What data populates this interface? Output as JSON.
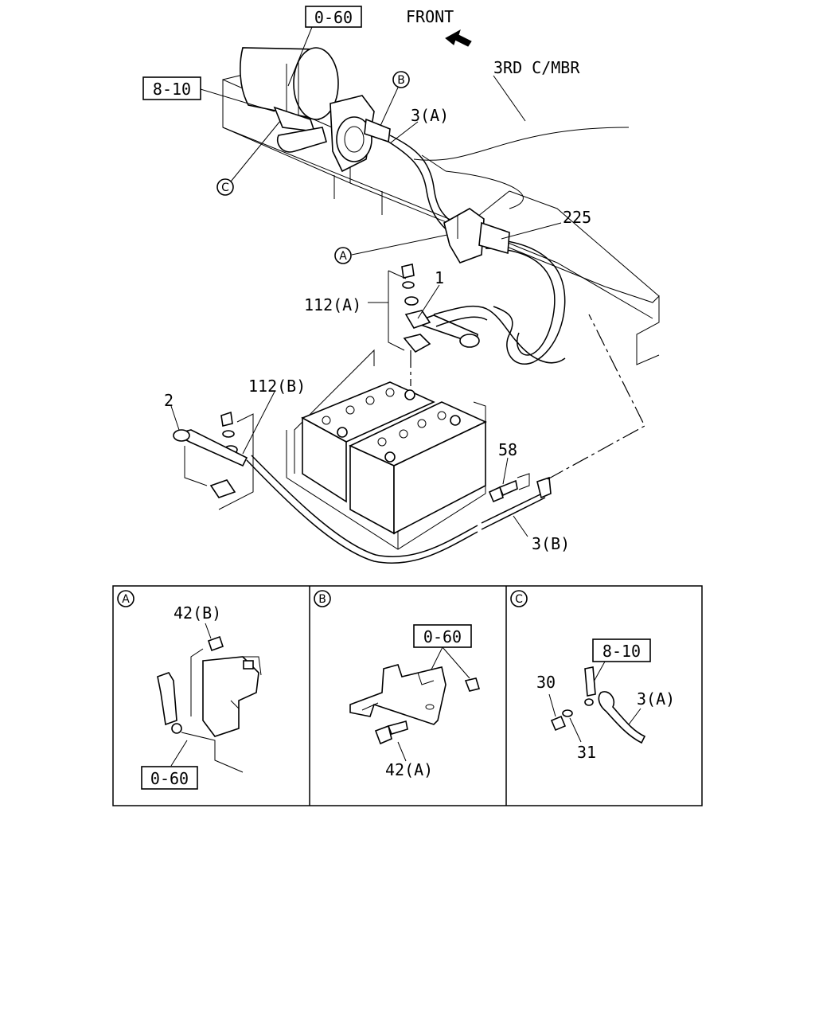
{
  "labels": {
    "ref_0_60_top": "0-60",
    "front": "FRONT",
    "third_member": "3RD C/MBR",
    "ref_8_10": "8-10",
    "callout_b": "B",
    "cable_3a": "3(A)",
    "callout_c": "C",
    "part_225": "225",
    "callout_a": "A",
    "part_1": "1",
    "part_112a": "112(A)",
    "part_112b": "112(B)",
    "part_2": "2",
    "part_58": "58",
    "cable_3b": "3(B)"
  },
  "detail_a": {
    "marker": "A",
    "bolt": "42(B)",
    "ref": "0-60"
  },
  "detail_b": {
    "marker": "B",
    "ref": "0-60",
    "bolt": "42(A)"
  },
  "detail_c": {
    "marker": "C",
    "ref": "8-10",
    "nut": "30",
    "cable": "3(A)",
    "washer": "31"
  }
}
